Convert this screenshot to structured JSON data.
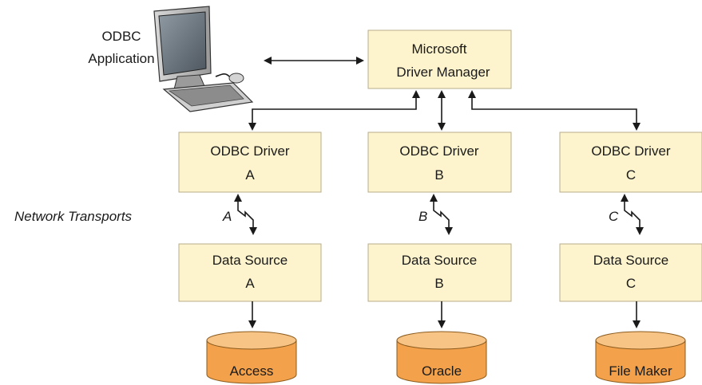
{
  "application": {
    "line1": "ODBC",
    "line2": "Application",
    "icon": "computer-icon"
  },
  "driver_manager": {
    "line1": "Microsoft",
    "line2": "Driver Manager"
  },
  "drivers": [
    {
      "line1": "ODBC Driver",
      "line2": "A"
    },
    {
      "line1": "ODBC Driver",
      "line2": "B"
    },
    {
      "line1": "ODBC Driver",
      "line2": "C"
    }
  ],
  "network_transports_label": "Network Transports",
  "transport_letters": [
    "A",
    "B",
    "C"
  ],
  "data_sources": [
    {
      "line1": "Data Source",
      "line2": "A"
    },
    {
      "line1": "Data Source",
      "line2": "B"
    },
    {
      "line1": "Data Source",
      "line2": "C"
    }
  ],
  "databases": [
    "Access",
    "Oracle",
    "File Maker"
  ],
  "colors": {
    "box_fill": "#fdf3cc",
    "box_border": "#b8ad8a",
    "database_fill": "#f3a14a",
    "database_top": "#f8c486",
    "arrow": "#1a1a1a"
  }
}
